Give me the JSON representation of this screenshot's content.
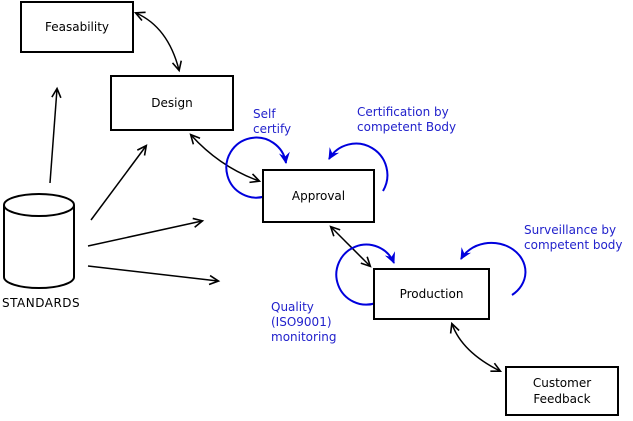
{
  "nodes": {
    "feasability": {
      "label": "Feasability"
    },
    "design": {
      "label": "Design"
    },
    "approval": {
      "label": "Approval"
    },
    "production": {
      "label": "Production"
    },
    "customer_feedback": {
      "line1": "Customer",
      "line2": "Feedback"
    },
    "standards": {
      "label": "STANDARDS"
    }
  },
  "annotations": {
    "self_certify": {
      "line1": "Self",
      "line2": "certify"
    },
    "certification": {
      "line1": "Certification by",
      "line2": "competent Body"
    },
    "surveillance": {
      "line1": "Surveillance by",
      "line2": "competent body"
    },
    "quality": {
      "line1": "Quality",
      "line2": "(ISO9001)",
      "line3": "monitoring"
    }
  },
  "edges": [
    {
      "from": "standards",
      "to": "feasability",
      "type": "arrow"
    },
    {
      "from": "standards",
      "to": "design",
      "type": "arrow"
    },
    {
      "from": "standards",
      "to": "approval",
      "type": "arrow"
    },
    {
      "from": "standards",
      "to": "production",
      "type": "arrow"
    },
    {
      "from": "feasability",
      "to": "design",
      "type": "double-arrow"
    },
    {
      "from": "design",
      "to": "approval",
      "type": "double-arrow"
    },
    {
      "from": "approval",
      "to": "production",
      "type": "double-arrow"
    },
    {
      "from": "production",
      "to": "customer_feedback",
      "type": "double-arrow"
    },
    {
      "node": "approval",
      "type": "self-loop",
      "label": "self_certify"
    },
    {
      "node": "approval",
      "type": "self-loop",
      "label": "certification"
    },
    {
      "node": "production",
      "type": "self-loop",
      "label": "quality"
    },
    {
      "node": "production",
      "type": "self-loop",
      "label": "surveillance"
    }
  ],
  "colors": {
    "line_black": "#000000",
    "loop_blue": "#0000dd",
    "annotation_blue": "#2222cc",
    "box_border": "#000000",
    "background": "#ffffff"
  }
}
